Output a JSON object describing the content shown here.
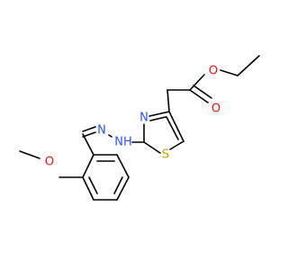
{
  "molecule": {
    "atoms": {
      "o_ester": {
        "text": "O",
        "color": "#ff0d0d"
      },
      "o_carbonyl": {
        "text": "O",
        "color": "#ff0d0d"
      },
      "n_thiazole": {
        "text": "N",
        "color": "#3050f8"
      },
      "s_thiazole": {
        "text": "S",
        "color": "#c8a000"
      },
      "n_imine": {
        "text": "N",
        "color": "#3050f8"
      },
      "nh": {
        "text": "NH",
        "color": "#3050f8"
      },
      "o_methoxy": {
        "text": "O",
        "color": "#ff0d0d"
      }
    }
  }
}
